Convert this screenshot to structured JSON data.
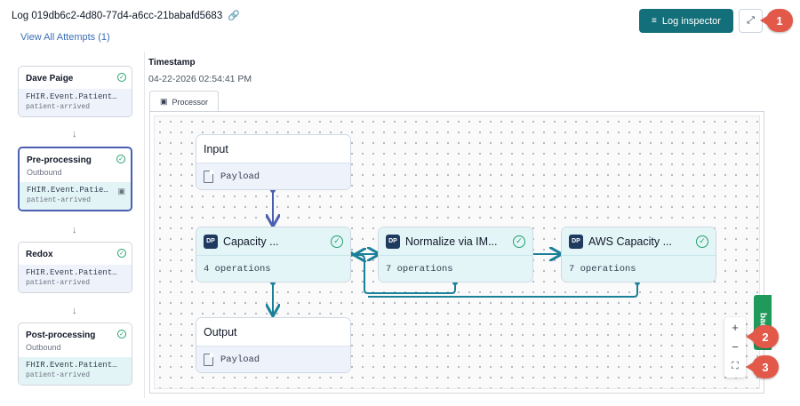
{
  "header": {
    "log_title": "Log 019db6c2-4d80-77d4-a6cc-21babafd5683",
    "view_attempts": "View All Attempts (1)",
    "log_inspector_label": "Log inspector"
  },
  "callouts": {
    "c1": "1",
    "c2": "2",
    "c3": "3"
  },
  "steps": [
    {
      "title": "Dave Paige",
      "subtitle": "",
      "event": "FHIR.Event.Patient…",
      "tag": "patient-arrived"
    },
    {
      "title": "Pre-processing",
      "subtitle": "Outbound",
      "event": "FHIR.Event.Patie…",
      "tag": "patient-arrived"
    },
    {
      "title": "Redox",
      "subtitle": "",
      "event": "FHIR.Event.Patient…",
      "tag": "patient-arrived"
    },
    {
      "title": "Post-processing",
      "subtitle": "Outbound",
      "event": "FHIR.Event.Patient…",
      "tag": "patient-arrived"
    }
  ],
  "timestamp": {
    "label": "Timestamp",
    "value": "04-22-2026 02:54:41 PM"
  },
  "tab": {
    "label": "Processor"
  },
  "nodes": {
    "input": {
      "title": "Input",
      "body": "Payload"
    },
    "capacity": {
      "badge": "DP",
      "title": "Capacity ...",
      "body": "4 operations"
    },
    "normalize": {
      "badge": "DP",
      "title": "Normalize via IM...",
      "body": "7 operations"
    },
    "aws": {
      "badge": "DP",
      "title": "AWS Capacity ...",
      "body": "7 operations"
    },
    "output": {
      "title": "Output",
      "body": "Payload"
    }
  },
  "zoom": {
    "in": "+",
    "out": "−",
    "fit": "⛶"
  },
  "feedback": "back",
  "colors": {
    "primary": "#136f7a",
    "callout": "#e2594a",
    "edge_input": "#4a5fb0",
    "edge_teal": "#1a8098",
    "success": "#22a06b"
  }
}
